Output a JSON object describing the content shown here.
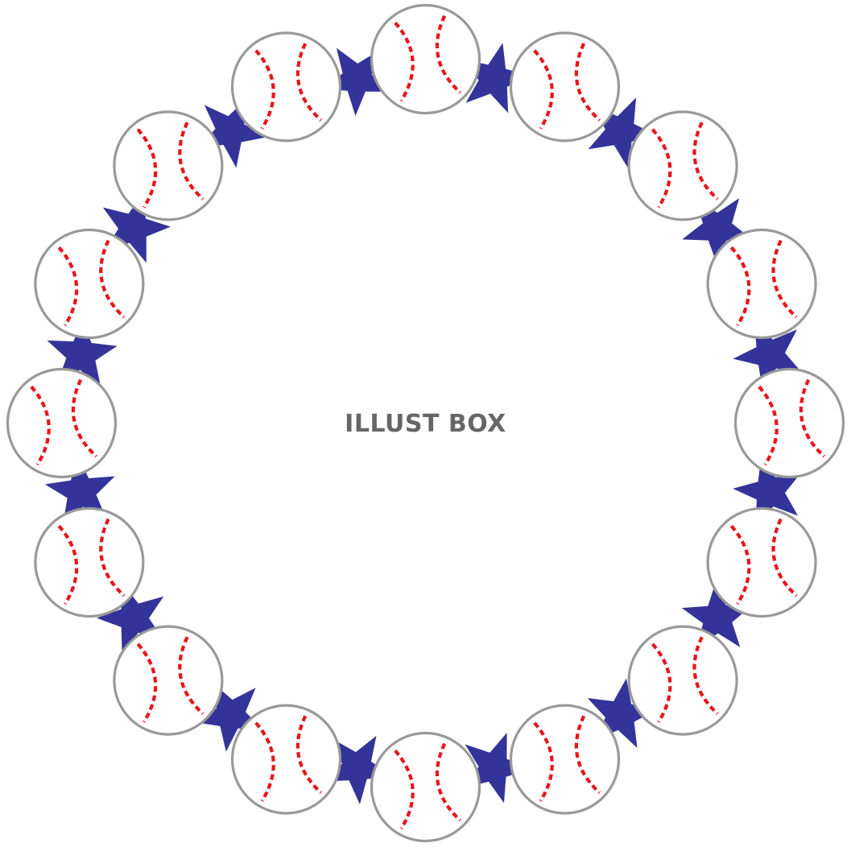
{
  "watermark": {
    "text": "ILLUST BOX"
  },
  "wreath": {
    "baseball_count": 16,
    "star_count": 16,
    "icons": {
      "ball": "baseball-icon",
      "star": "star-icon"
    }
  },
  "colors": {
    "background": "#ffffff",
    "ball_fill": "#ffffff",
    "ball_outline": "#999999",
    "stitch": "#e8151b",
    "star": "#343399",
    "watermark": "#666666"
  }
}
